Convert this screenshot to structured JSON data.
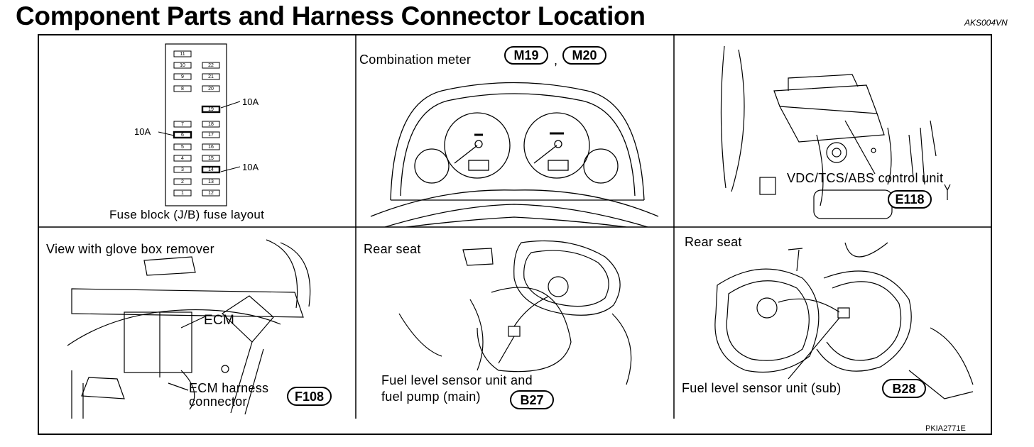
{
  "title": "Component Parts and Harness Connector Location",
  "doc_code": "AKS004VN",
  "figure_code": "PKIA2771E",
  "panels": {
    "fuse_block": {
      "caption": "Fuse block (J/B) fuse layout",
      "callout_top": "10A",
      "callout_left": "10A",
      "callout_bottom": "10A",
      "left_column": [
        "11",
        "10",
        "9",
        "8",
        "7",
        "6",
        "5",
        "4",
        "3",
        "2",
        "1"
      ],
      "right_column": [
        "22",
        "21",
        "20",
        "19",
        "18",
        "17",
        "16",
        "15",
        "14",
        "13",
        "12"
      ]
    },
    "combination_meter": {
      "caption": "Combination meter",
      "separator": ",",
      "connector_1": "M19",
      "connector_2": "M20"
    },
    "vdc_unit": {
      "caption": "VDC/TCS/ABS control unit",
      "connector": "E118"
    },
    "ecm": {
      "caption": "View with glove box remover",
      "ecm_label": "ECM",
      "harness_label_line1": "ECM harness",
      "harness_label_line2": "connector",
      "connector": "F108"
    },
    "fuel_main": {
      "caption": "Rear seat",
      "label_line1": "Fuel level sensor unit and",
      "label_line2": "fuel pump (main)",
      "connector": "B27"
    },
    "fuel_sub": {
      "caption": "Rear seat",
      "label": "Fuel level sensor unit (sub)",
      "connector": "B28"
    }
  }
}
